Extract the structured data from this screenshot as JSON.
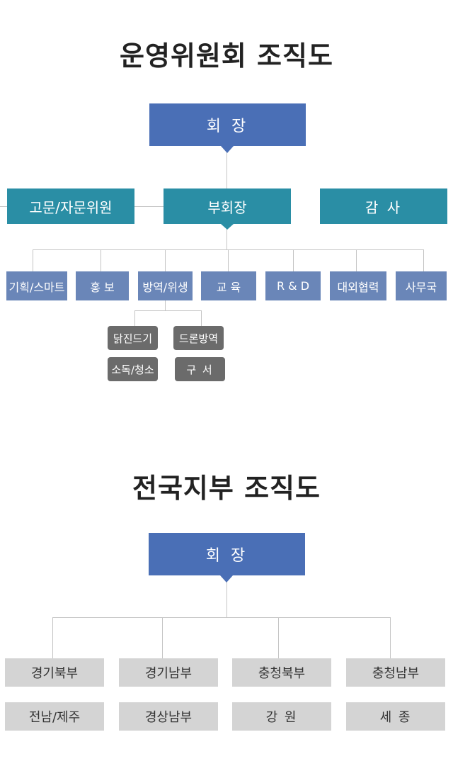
{
  "section1": {
    "title": "운영위원회 조직도",
    "chair": "회 장",
    "advisor": "고문/자문위원",
    "vice_chair": "부회장",
    "auditor": "감 사",
    "departments": [
      "기획/스마트",
      "홍 보",
      "방역/위생",
      "교 육",
      "R & D",
      "대외협력",
      "사무국"
    ],
    "sub_units": [
      "닭진드기",
      "드론방역",
      "소독/청소",
      "구 서"
    ]
  },
  "section2": {
    "title": "전국지부 조직도",
    "chair": "회 장",
    "branches": [
      "경기북부",
      "경기남부",
      "충청북부",
      "충청남부",
      "전남/제주",
      "경상남부",
      "강 원",
      "세 종"
    ]
  },
  "colors": {
    "chair": "#4a6fb6",
    "vice_chair": "#2a8ea5",
    "department": "#6a86b8",
    "sub_unit": "#6b6b6b",
    "branch": "#d4d4d4",
    "connector": "#c4c4c4"
  }
}
